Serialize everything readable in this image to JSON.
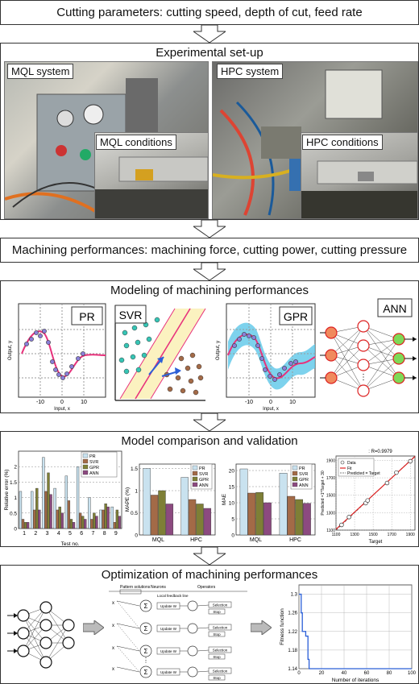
{
  "sections": {
    "params": "Cutting parameters: cutting speed, depth of cut, feed rate",
    "setup": "Experimental set-up",
    "performances": "Machining performances: machining force, cutting power, cutting pressure",
    "modeling": "Modeling of machining performances",
    "comparison": "Model comparison and validation",
    "optimization": "Optimization of machining performances"
  },
  "photos": {
    "mql_system": "MQL system",
    "mql_conditions": "MQL conditions",
    "hpc_system": "HPC system",
    "hpc_conditions": "HPC conditions"
  },
  "models": {
    "pr": "PR",
    "svr": "SVR",
    "gpr": "GPR",
    "ann": "ANN",
    "xlabel": "Input, x",
    "ylabel": "Output, y",
    "xticks": [
      "-10",
      "0",
      "10"
    ]
  },
  "colors": {
    "pr": "#c9e2ef",
    "svr": "#a36a47",
    "gpr": "#7e7f36",
    "ann": "#8c4a80",
    "accent": "#e8327c",
    "band": "#5cc7e8"
  },
  "comparison": {
    "bar_ylabel": "Relative error (%)",
    "bar_xlabel": "Test no.",
    "mape_ylabel": "MAPE (%)",
    "mae_ylabel": "MAE",
    "groups": [
      "MQL",
      "HPC"
    ],
    "regression_title": ": R=0.9979",
    "regression_legend": [
      "Data",
      "Fit",
      "Predicted = Target"
    ],
    "regression_xlabel": "Target",
    "regression_ylabel": "Predicted =1*Target + 30"
  },
  "optimization": {
    "labels": [
      "Pattern solutions",
      "Neurons",
      "Operators",
      "Local feedback line",
      "Update W",
      "Selection",
      "Stop"
    ],
    "convergence_xlabel": "Number of iterations",
    "convergence_ylabel": "Fitness function"
  },
  "chart_data": [
    {
      "type": "bar",
      "categories": [
        "1",
        "2",
        "3",
        "4",
        "5",
        "6",
        "7",
        "8",
        "9"
      ],
      "series": [
        {
          "name": "PR",
          "values": [
            1.2,
            1.2,
            2.3,
            1.3,
            1.7,
            2.0,
            1.0,
            0.6,
            0.7
          ]
        },
        {
          "name": "SVR",
          "values": [
            0.3,
            0.6,
            1.2,
            0.6,
            0.9,
            0.5,
            0.3,
            0.6,
            0.2
          ]
        },
        {
          "name": "GPR",
          "values": [
            0.2,
            1.3,
            1.8,
            0.7,
            0.3,
            0.4,
            0.5,
            0.8,
            0.6
          ]
        },
        {
          "name": "ANN",
          "values": [
            0.2,
            0.6,
            1.1,
            0.5,
            0.2,
            0.3,
            0.4,
            0.7,
            0.4
          ]
        }
      ],
      "xlabel": "Test no.",
      "ylabel": "Relative error (%)",
      "ylim": [
        0,
        2.5
      ],
      "yticks": [
        "0",
        "0.5",
        "1",
        "1.5",
        "2"
      ]
    },
    {
      "type": "bar",
      "categories": [
        "MQL",
        "HPC"
      ],
      "series": [
        {
          "name": "PR",
          "values": [
            1.5,
            1.3
          ]
        },
        {
          "name": "SVR",
          "values": [
            0.9,
            0.8
          ]
        },
        {
          "name": "GPR",
          "values": [
            1.0,
            0.7
          ]
        },
        {
          "name": "ANN",
          "values": [
            0.7,
            0.6
          ]
        }
      ],
      "ylabel": "MAPE (%)",
      "ylim": [
        0,
        1.6
      ],
      "yticks": [
        "0",
        "0.5",
        "1",
        "1.5"
      ]
    },
    {
      "type": "bar",
      "categories": [
        "MQL",
        "HPC"
      ],
      "series": [
        {
          "name": "PR",
          "values": [
            20.5,
            19.2
          ]
        },
        {
          "name": "SVR",
          "values": [
            13.0,
            12.0
          ]
        },
        {
          "name": "GPR",
          "values": [
            13.2,
            11.0
          ]
        },
        {
          "name": "ANN",
          "values": [
            10.0,
            9.8
          ]
        }
      ],
      "ylabel": "MAE",
      "ylim": [
        0,
        22
      ],
      "yticks": [
        "0",
        "5",
        "10",
        "15",
        "20"
      ]
    },
    {
      "type": "scatter",
      "title": ": R=0.9979",
      "x": [
        1160,
        1240,
        1420,
        1440,
        1650,
        1750,
        1900
      ],
      "y": [
        1160,
        1250,
        1410,
        1440,
        1640,
        1760,
        1890
      ],
      "xlabel": "Target",
      "ylabel": "Predicted =1*Target + 30",
      "xlim": [
        1100,
        1950
      ],
      "ylim": [
        1100,
        1950
      ],
      "xticks": [
        "1100",
        "1300",
        "1500",
        "1700",
        "1900"
      ],
      "yticks": [
        "1100",
        "1300",
        "1500",
        "1700",
        "1900"
      ]
    },
    {
      "type": "line",
      "x": [
        0,
        2,
        3,
        5,
        6,
        8,
        9,
        10,
        100
      ],
      "y": [
        1.3,
        1.26,
        1.22,
        1.22,
        1.21,
        1.16,
        1.14,
        1.14,
        1.14
      ],
      "xlabel": "Number of iterations",
      "ylabel": "Fitness function",
      "xlim": [
        0,
        100
      ],
      "ylim": [
        1.14,
        1.32
      ],
      "xticks": [
        "0",
        "20",
        "40",
        "60",
        "80",
        "100"
      ],
      "yticks": [
        "1.14",
        "1.18",
        "1.22",
        "1.26",
        "1.3"
      ]
    }
  ]
}
